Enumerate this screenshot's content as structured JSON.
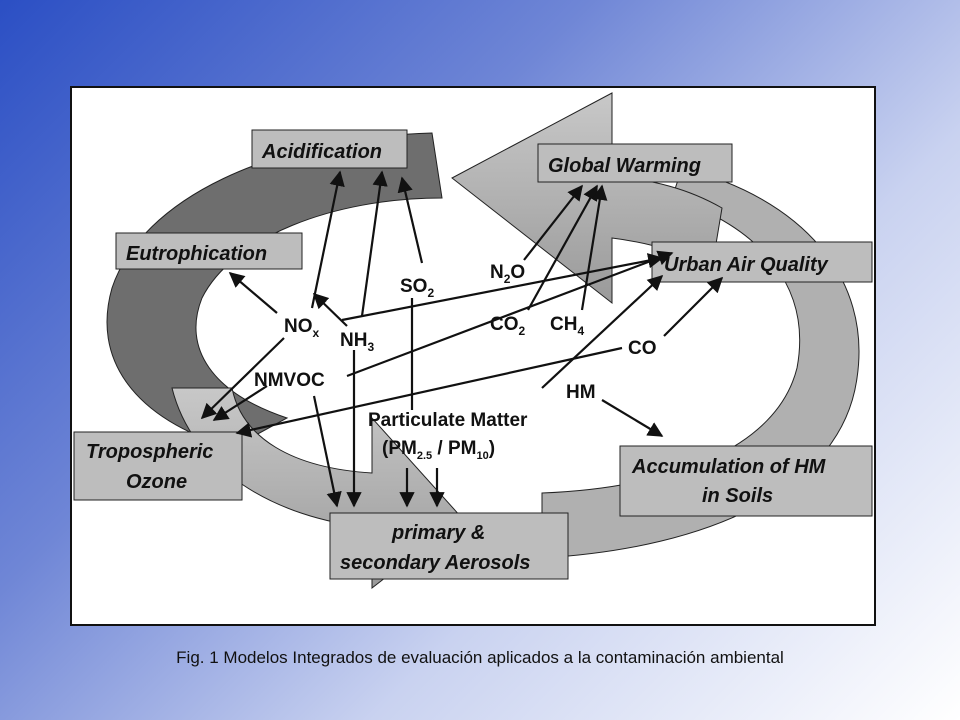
{
  "boxes": {
    "acidification": "Acidification",
    "global_warming": "Global Warming",
    "eutrophication": "Eutrophication",
    "urban_air_quality": "Urban Air Quality",
    "tropospheric_ozone_1": "Tropospheric",
    "tropospheric_ozone_2": "Ozone",
    "accumulation_1": "Accumulation of HM",
    "accumulation_2": "in Soils",
    "aerosols_1": "primary &",
    "aerosols_2": "secondary Aerosols"
  },
  "pollutants": {
    "nox": "NO",
    "nox_sub": "x",
    "nh3": "NH",
    "nh3_sub": "3",
    "so2": "SO",
    "so2_sub": "2",
    "n2o_a": "N",
    "n2o_sub": "2",
    "n2o_b": "O",
    "co2": "CO",
    "co2_sub": "2",
    "ch4": "CH",
    "ch4_sub": "4",
    "co": "CO",
    "hm": "HM",
    "nmvoc": "NMVOC",
    "pm_line1": "Particulate Matter",
    "pm_open": "(PM",
    "pm_sub1": "2.5",
    "pm_mid": " / PM",
    "pm_sub2": "10",
    "pm_close": ")"
  },
  "caption": "Fig. 1 Modelos Integrados de evaluación aplicados a la contaminación ambiental",
  "colors": {
    "arrow_dark": "#6e6e6e",
    "arrow_light": "#b8b8b8",
    "box_fill": "#bdbdbd",
    "line": "#111111"
  }
}
